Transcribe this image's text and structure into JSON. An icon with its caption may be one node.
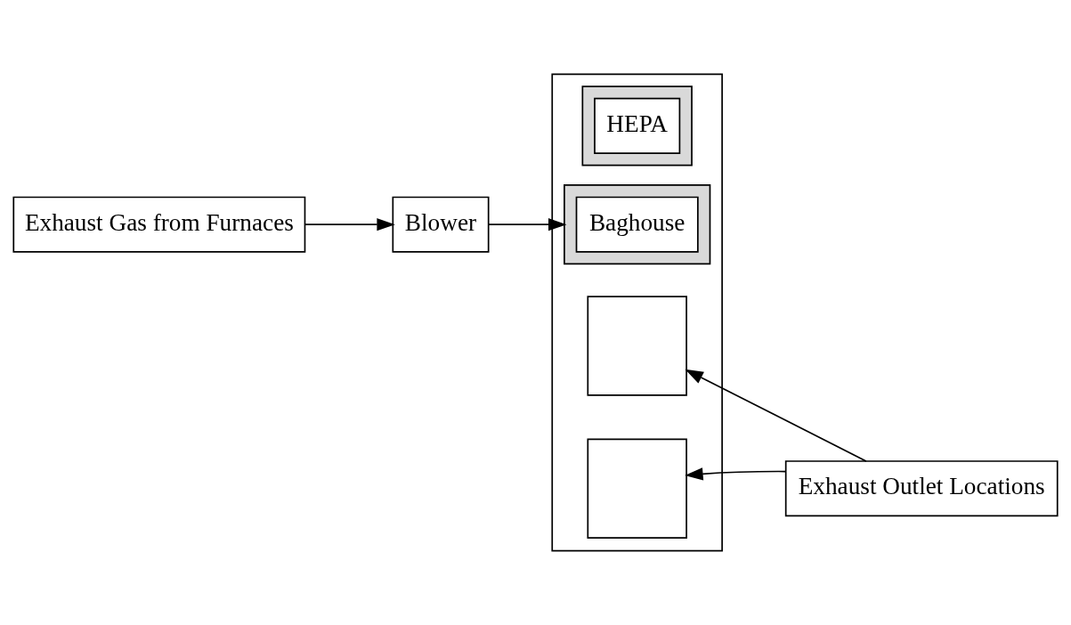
{
  "diagram": {
    "nodes": [
      {
        "text": [
          "Exhaust Gas from Furnaces"
        ]
      },
      {
        "text": [
          "Blower"
        ]
      },
      {
        "text": [],
        "shape": "box"
      },
      {
        "text": [],
        "shape": "box",
        "in": 2
      },
      {
        "text": [],
        "shape": "box",
        "in": 2
      },
      {
        "text": [
          "HEPA"
        ],
        "in": 4
      },
      {
        "text": [],
        "shape": "box",
        "in": 2
      },
      {
        "text": [],
        "shape": "box",
        "in": 2
      },
      {
        "text": [
          "Baghouse"
        ],
        "in": 7
      },
      {
        "text": [
          "Exhaust Outlet Locations"
        ]
      }
    ],
    "edges": [
      {
        "from": 0,
        "to": 1,
        "arrow": "to"
      },
      {
        "from": 1,
        "to": 7,
        "arrow": "to"
      },
      {
        "from": 9,
        "to": 3,
        "arrow": "to"
      },
      {
        "from": 9,
        "to": 6,
        "arrow": "to"
      }
    ]
  }
}
